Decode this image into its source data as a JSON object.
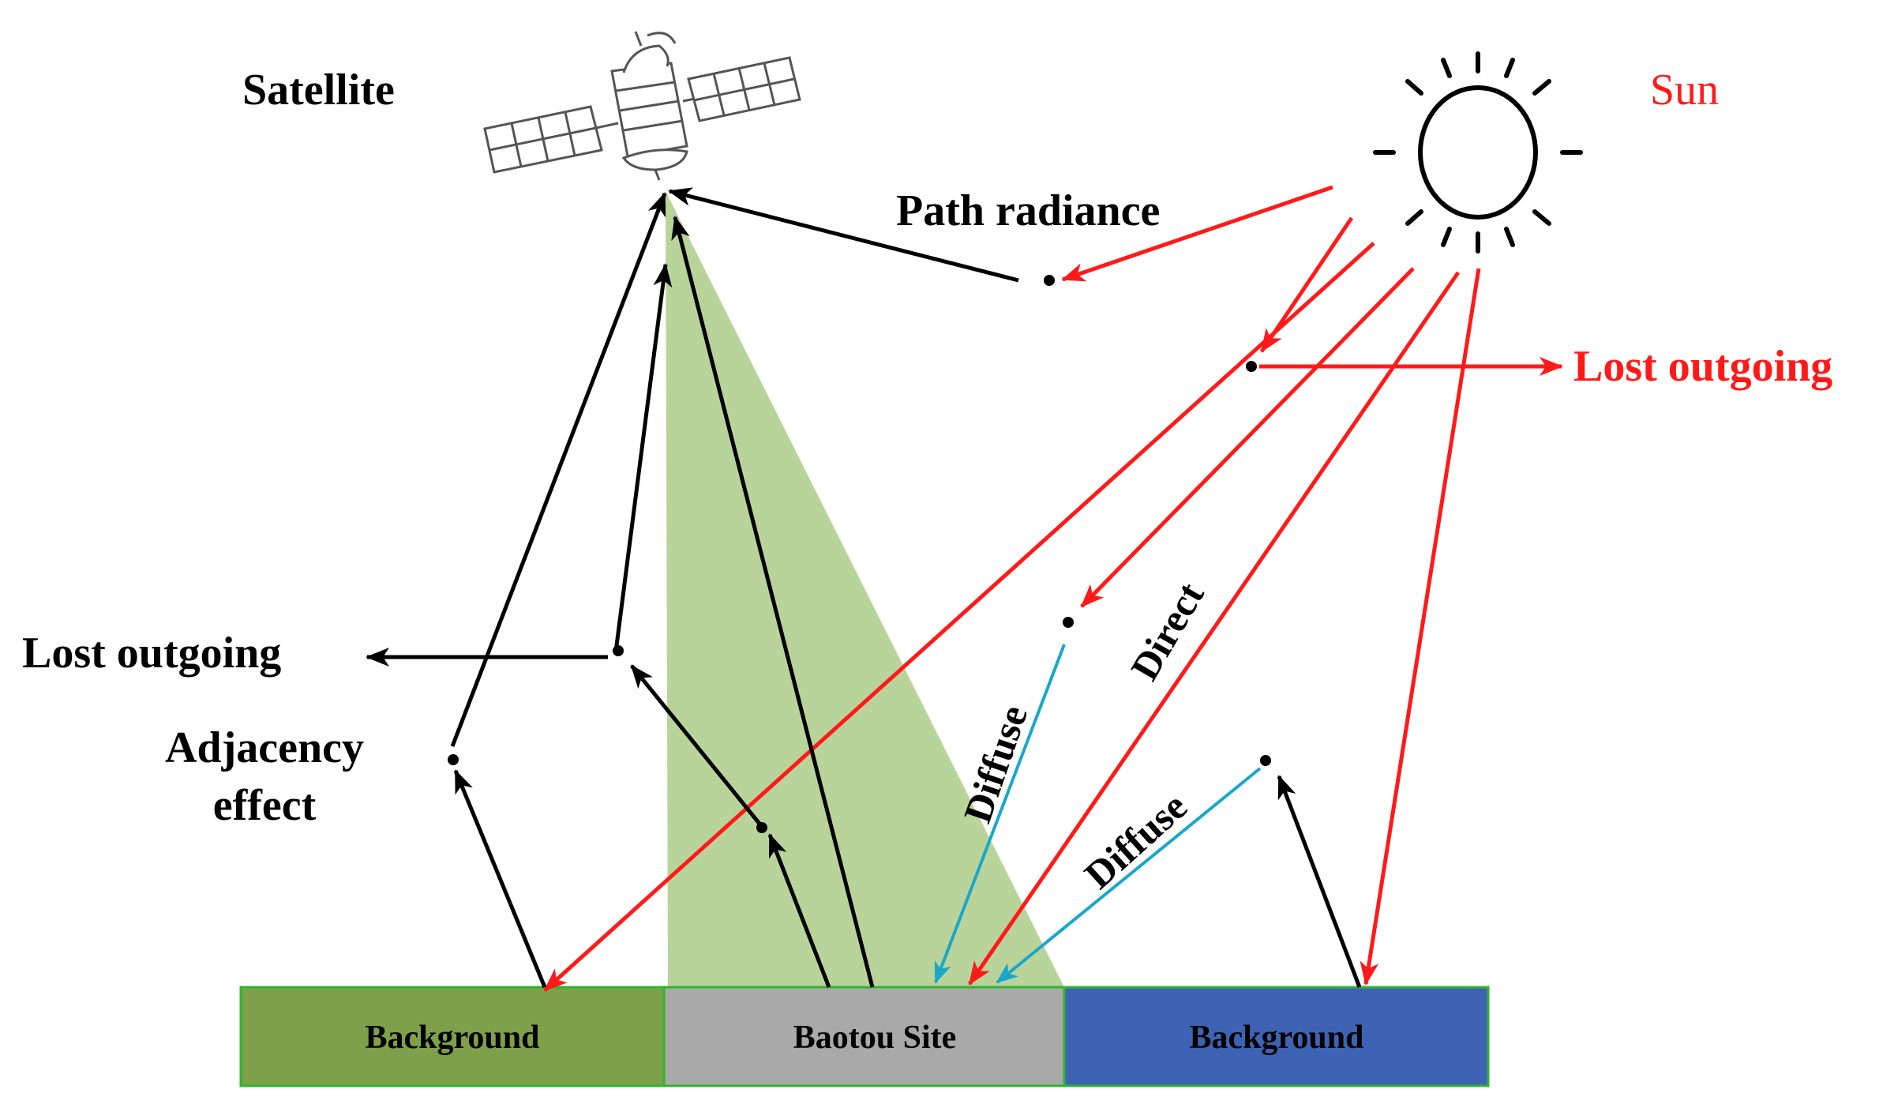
{
  "labels": {
    "satellite": "Satellite",
    "sun": "Sun",
    "path_radiance": "Path radiance",
    "lost_outgoing_right": "Lost outgoing",
    "lost_outgoing_left": "Lost outgoing",
    "adjacency_line1": "Adjacency",
    "adjacency_line2": "effect",
    "direct": "Direct",
    "diffuse_1": "Diffuse",
    "diffuse_2": "Diffuse"
  },
  "ground": {
    "left": {
      "label": "Background",
      "color": "#7fa04a"
    },
    "center": {
      "label": "Baotou Site",
      "color": "#a9a9a9"
    },
    "right": {
      "label": "Background",
      "color": "#3f63b4"
    }
  },
  "colors": {
    "solar_rays": "#ff1a1a",
    "reflected_rays": "#000000",
    "diffuse_rays": "#1aa7c9",
    "field_of_view": "#b9d49a",
    "sun_label": "#ff1a1a"
  },
  "icons": {
    "satellite": "satellite-icon",
    "sun": "sun-icon"
  }
}
